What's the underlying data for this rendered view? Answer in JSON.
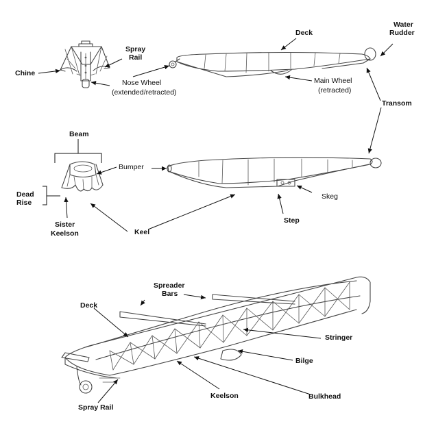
{
  "labels": {
    "chine": "Chine",
    "spray_rail_top": "Spray",
    "spray_rail_top2": "Rail",
    "deck_top": "Deck",
    "water_rudder_1": "Water",
    "water_rudder_2": "Rudder",
    "nose_wheel_1": "Nose Wheel",
    "nose_wheel_2": "(extended/retracted)",
    "main_wheel_1": "Main Wheel",
    "main_wheel_2": "(retracted)",
    "transom": "Transom",
    "beam": "Beam",
    "bumper": "Bumper",
    "dead_rise_1": "Dead",
    "dead_rise_2": "Rise",
    "sister_keelson_1": "Sister",
    "sister_keelson_2": "Keelson",
    "keel": "Keel",
    "skeg": "Skeg",
    "step": "Step",
    "spreader_bars_1": "Spreader",
    "spreader_bars_2": "Bars",
    "deck_bottom": "Deck",
    "stringer": "Stringer",
    "bilge": "Bilge",
    "keelson": "Keelson",
    "bulkhead": "Bulkhead",
    "spray_rail_bottom": "Spray Rail"
  },
  "colors": {
    "ink": "#444444",
    "text": "#111111",
    "background": "#ffffff"
  }
}
